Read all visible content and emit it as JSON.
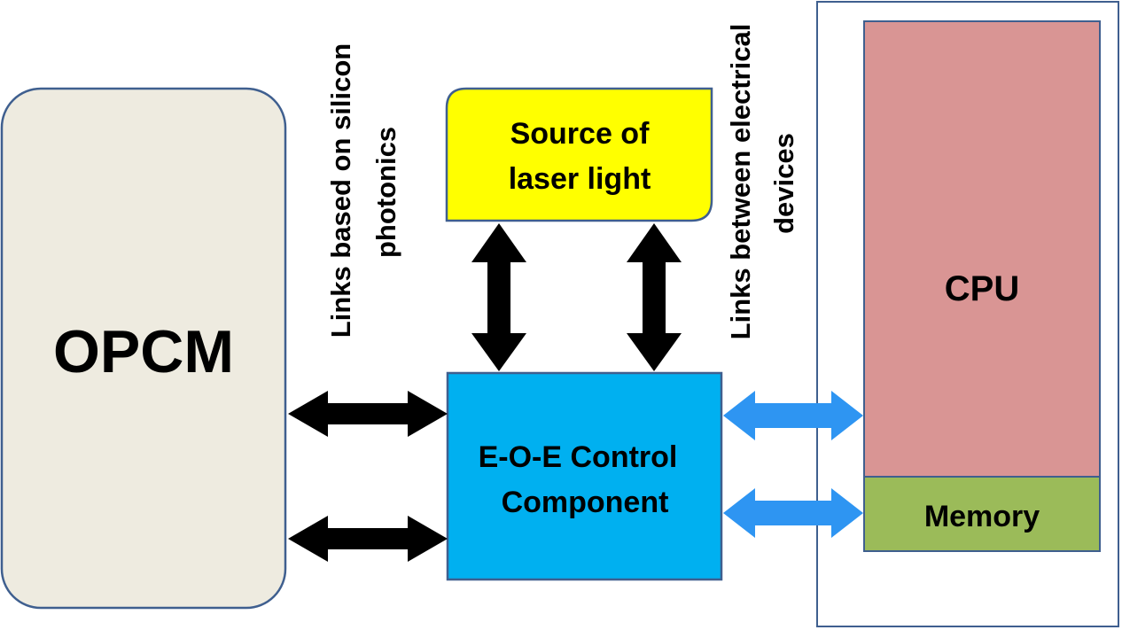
{
  "nodes": {
    "opcm": {
      "label": "OPCM",
      "fill": "#eeebe0",
      "stroke": "#3f5f8f"
    },
    "laser_source": {
      "line1": "Source of",
      "line2": "laser light",
      "fill": "#ffff00",
      "stroke": "#3f5f8f"
    },
    "eoe_control": {
      "line1": "E-O-E Control",
      "line2": "Component",
      "fill": "#00b0f0",
      "stroke": "#3f5f8f"
    },
    "cpu": {
      "label": "CPU",
      "fill": "#d99594",
      "stroke": "#3f5f8f"
    },
    "memory": {
      "label": "Memory",
      "fill": "#9bbb59",
      "stroke": "#3f5f8f",
      "text_color": "#ffffff"
    },
    "host_frame": {
      "stroke": "#3f5f8f"
    }
  },
  "labels": {
    "photonic_links": {
      "line1": "Links based on silicon",
      "line2": "photonics"
    },
    "electrical_links": {
      "line1": "Links between electrical",
      "line2": "devices"
    }
  },
  "edges": [
    {
      "from": "opcm",
      "to": "eoe_control",
      "kind": "photonic",
      "color": "#000000",
      "bidirectional": true
    },
    {
      "from": "opcm",
      "to": "eoe_control",
      "kind": "photonic",
      "color": "#000000",
      "bidirectional": true
    },
    {
      "from": "laser_source",
      "to": "eoe_control",
      "kind": "photonic",
      "color": "#000000",
      "bidirectional": true
    },
    {
      "from": "laser_source",
      "to": "eoe_control",
      "kind": "photonic",
      "color": "#000000",
      "bidirectional": true
    },
    {
      "from": "eoe_control",
      "to": "cpu",
      "kind": "electrical",
      "color": "#2e95f2",
      "bidirectional": true
    },
    {
      "from": "eoe_control",
      "to": "memory",
      "kind": "electrical",
      "color": "#2e95f2",
      "bidirectional": true
    }
  ]
}
